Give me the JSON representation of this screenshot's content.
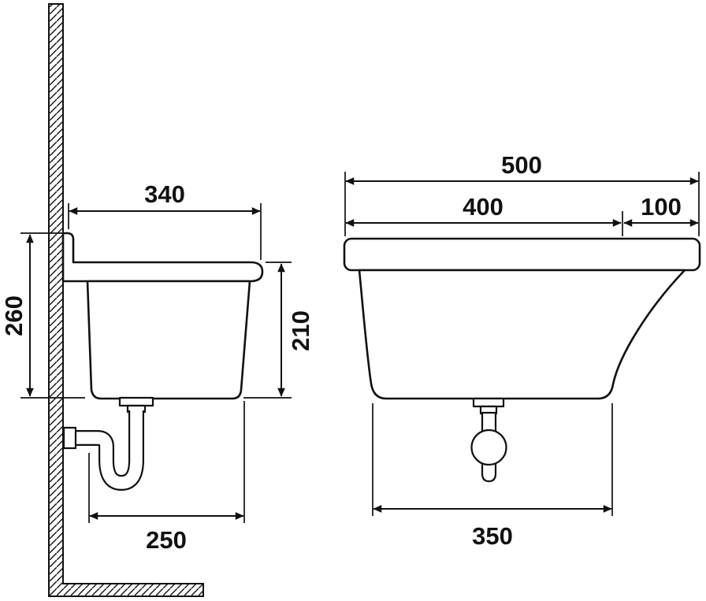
{
  "drawing": {
    "type": "technical-dimension-drawing",
    "subject": "wall-mounted utility sink with siphon trap, two orthographic views",
    "background": "#ffffff",
    "line_color": "#111111",
    "side_view": {
      "name": "side section view with wall and P-trap",
      "dimensions": {
        "rim_depth": "340",
        "mount_height": "260",
        "basin_depth": "210",
        "bottom_depth": "250"
      }
    },
    "front_view": {
      "name": "front view with bottle trap",
      "dimensions": {
        "total_width": "500",
        "basin_width": "400",
        "ledge_width": "100",
        "bottom_width": "350"
      }
    }
  }
}
